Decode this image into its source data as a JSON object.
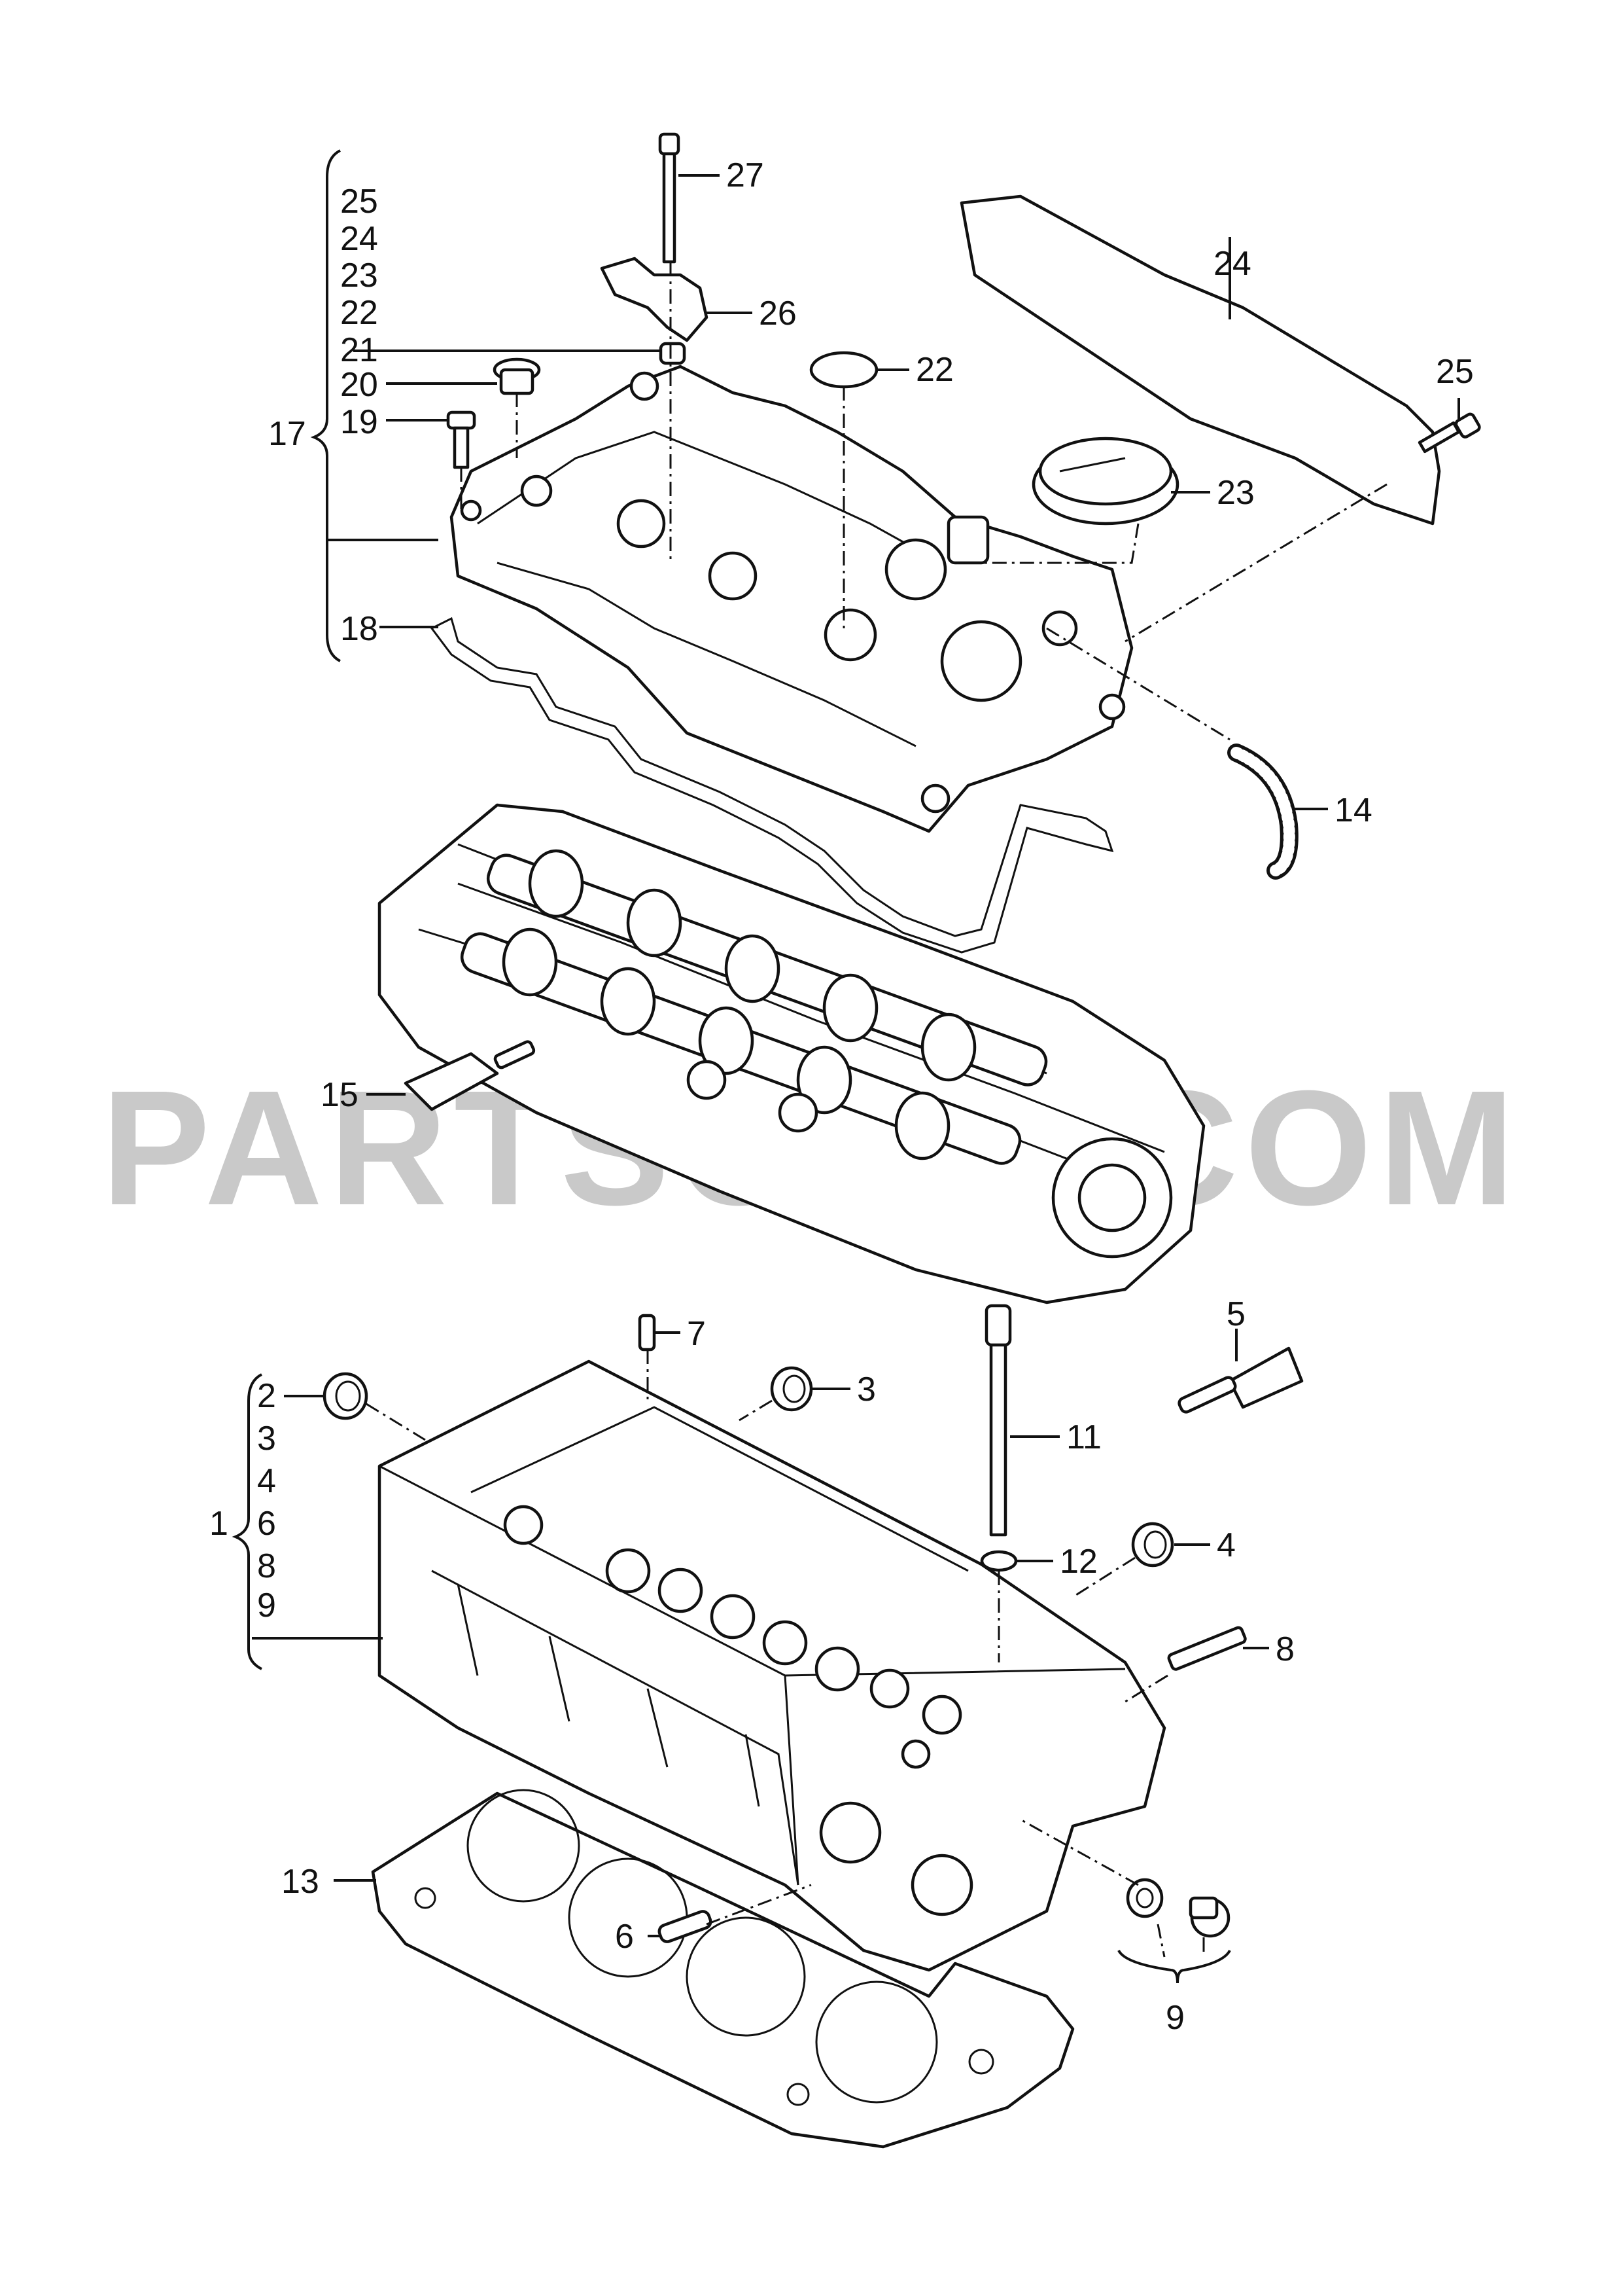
{
  "watermark": "PARTSOUQ.COM",
  "callouts": {
    "c1": "1",
    "c2": "2",
    "c3_list": "3",
    "c4_list": "4",
    "c6_list": "6",
    "c8_list": "8",
    "c9_list": "9",
    "c3": "3",
    "c4": "4",
    "c5": "5",
    "c6": "6",
    "c7": "7",
    "c8": "8",
    "c9": "9",
    "c11": "11",
    "c12": "12",
    "c13": "13",
    "c14": "14",
    "c15": "15",
    "c17": "17",
    "c18": "18",
    "c19": "19",
    "c20": "20",
    "c21": "21",
    "c22_list": "22",
    "c23_list": "23",
    "c24_list": "24",
    "c25_list": "25",
    "c22": "22",
    "c23": "23",
    "c24": "24",
    "c25": "25",
    "c26": "26",
    "c27": "27"
  },
  "colors": {
    "line": "#111111",
    "watermark": "#c9c9c9",
    "background": "#ffffff"
  }
}
